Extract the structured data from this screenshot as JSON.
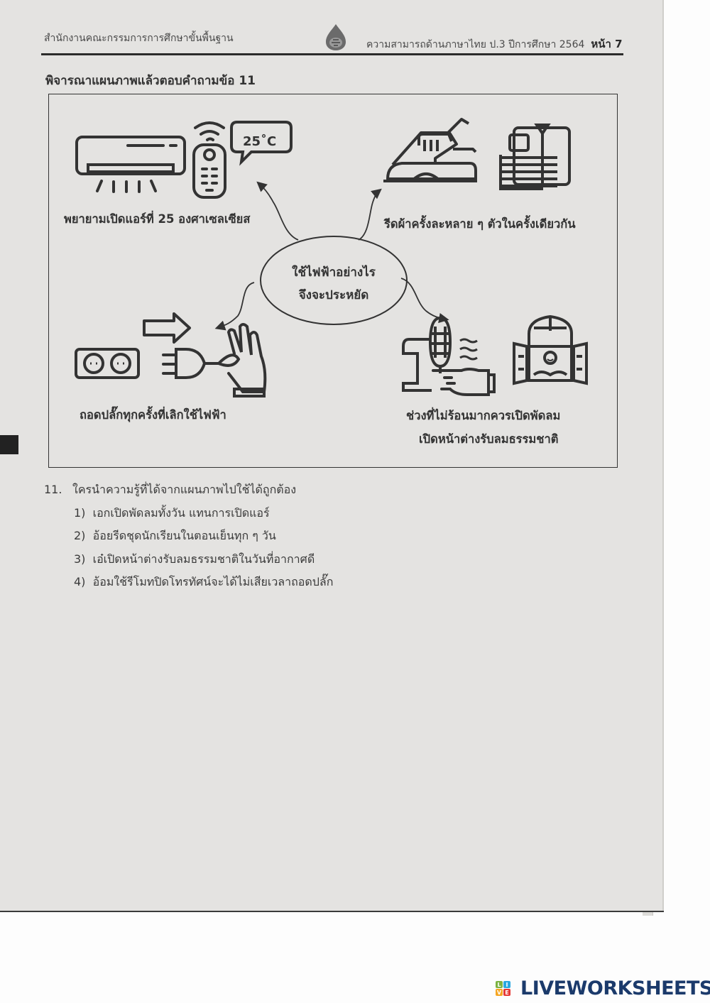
{
  "header": {
    "organization": "สำนักงานคณะกรรมการการศึกษาขั้นพื้นฐาน",
    "exam_title": "ความสามารถด้านภาษาไทย ป.3 ปีการศึกษา 2564",
    "page_label": "หน้า 7",
    "logo_icon": "obec-emblem-icon"
  },
  "instruction": "พิจารณาแผนภาพแล้วตอบคำถามข้อ 11",
  "diagram": {
    "center": {
      "line1": "ใช้ไฟฟ้าอย่างไร",
      "line2": "จึงจะประหยัด"
    },
    "nodes": [
      {
        "label": "พยายามเปิดแอร์ที่ 25 องศาเซลเซียส",
        "icons": [
          "air-conditioner-icon",
          "remote-control-icon",
          "speech-bubble-icon"
        ],
        "temperature": "25˚C"
      },
      {
        "label": "รีดผ้าครั้งละหลาย ๆ ตัวในครั้งเดียวกัน",
        "icons": [
          "iron-icon",
          "folded-clothes-icon"
        ]
      },
      {
        "label": "ถอดปลั๊กทุกครั้งที่เลิกใช้ไฟฟ้า",
        "icons": [
          "power-outlet-icon",
          "arrow-right-icon",
          "plug-in-hand-icon"
        ]
      },
      {
        "label_line1": "ช่วงที่ไม่ร้อนมากควรเปิดพัดลม",
        "label_line2": "เปิดหน้าต่างรับลมธรรมชาติ",
        "icons": [
          "electric-fan-icon",
          "pointing-hand-icon",
          "open-window-sun-icon"
        ]
      }
    ]
  },
  "question": {
    "number": "11.",
    "text": "ใครนำความรู้ที่ได้จากแผนภาพไปใช้ได้ถูกต้อง",
    "options": [
      {
        "num": "1)",
        "text": "เอกเปิดพัดลมทั้งวัน แทนการเปิดแอร์"
      },
      {
        "num": "2)",
        "text": "อ้อยรีดชุดนักเรียนในตอนเย็นทุก ๆ วัน"
      },
      {
        "num": "3)",
        "text": "เอ๋เปิดหน้าต่างรับลมธรรมชาติในวันที่อากาศดี"
      },
      {
        "num": "4)",
        "text": "อ้อมใช้รีโมทปิดโทรทัศน์จะได้ไม่เสียเวลาถอดปลั๊ก"
      }
    ]
  },
  "watermark": {
    "badge_letters": [
      "L",
      "I",
      "V",
      "E"
    ],
    "badge_colors": [
      "#7cb342",
      "#29a8e0",
      "#f5a623",
      "#e53935"
    ],
    "text": "LIVEWORKSHEETS",
    "color": "#1b3a6b"
  }
}
